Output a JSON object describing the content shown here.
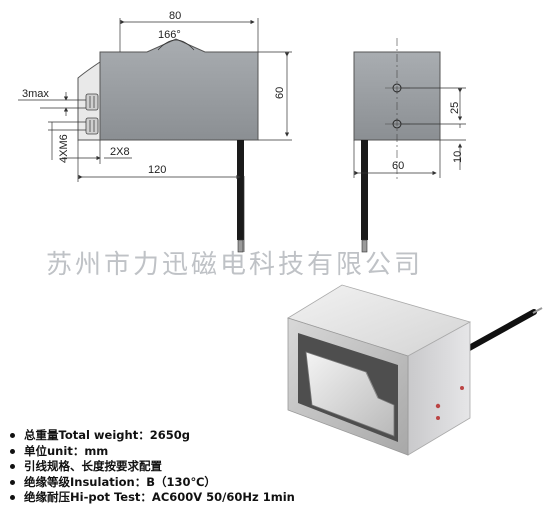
{
  "front_view": {
    "dim_top": "80",
    "angle": "166°",
    "dim_height": "60",
    "dim_3max": "3max",
    "dim_thread": "4XM6",
    "dim_slot": "2X8",
    "dim_total": "120"
  },
  "side_view": {
    "dim_25": "25",
    "dim_60": "60",
    "dim_10": "10"
  },
  "watermark": "苏州市力迅磁电科技有限公司",
  "specs": [
    "总重量Total weight：2650g",
    "单位unit：mm",
    "引线规格、长度按要求配置",
    "绝缘等级Insulation：B（130℃）",
    "绝缘耐压Hi-pot Test：AC600V 50/60Hz 1min"
  ],
  "colors": {
    "body": "#9b9fa3",
    "body_dark": "#6f7377",
    "lead": "#1a1a1a",
    "line": "#333333",
    "watermark": "#bfc2c6"
  }
}
